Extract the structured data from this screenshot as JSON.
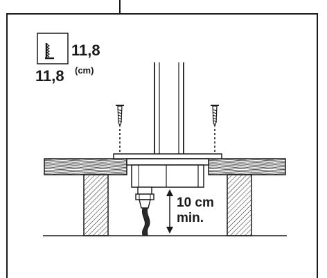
{
  "size_badge": {
    "width_value": "11,8",
    "depth_value": "11,8",
    "unit": "(cm)",
    "icon": "saw-blade-icon"
  },
  "clearance": {
    "value": "10 cm",
    "suffix": "min."
  },
  "colors": {
    "line": "#1a1a1a",
    "background": "#ffffff"
  }
}
